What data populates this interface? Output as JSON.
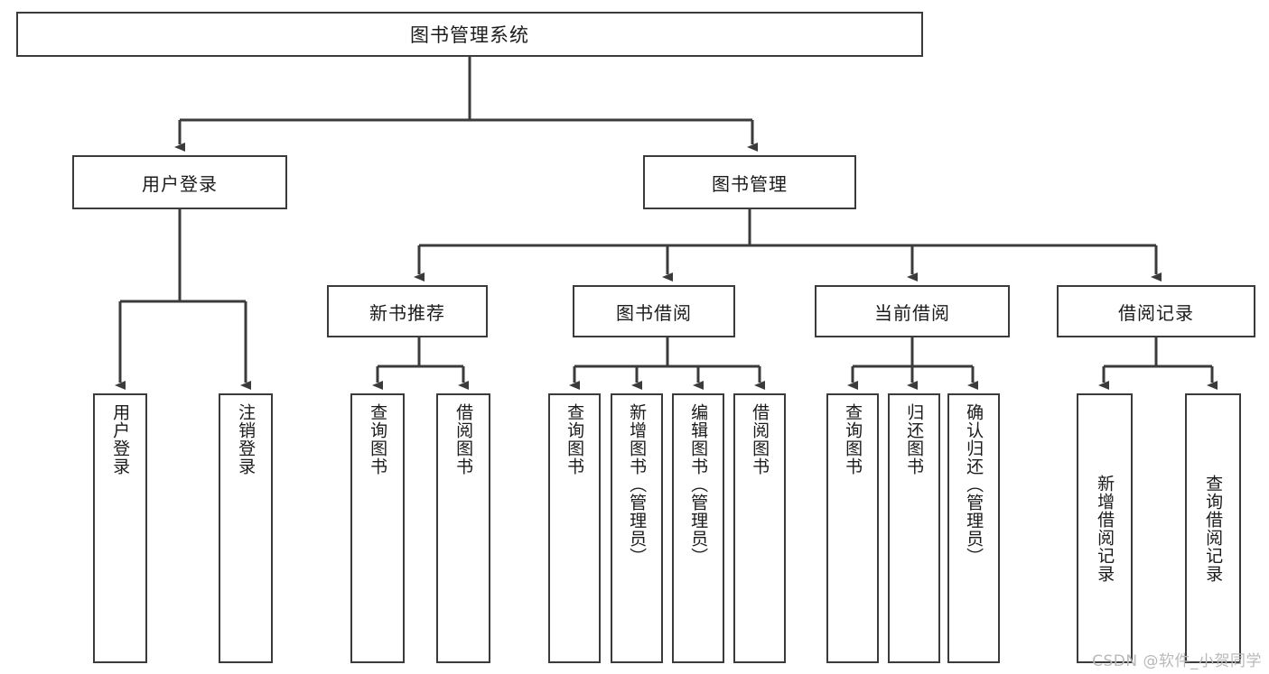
{
  "diagram": {
    "type": "tree",
    "title": "图书管理系统",
    "watermark": "CSDN @软件_小贺同学",
    "colors": {
      "border": "#3b3b3b",
      "fill": "#ffffff",
      "text": "#1b1b1b",
      "edge": "#3b3b3b",
      "watermark": "#b9b9b9"
    },
    "nodes": {
      "root": {
        "label": "图书管理系统"
      },
      "level1": [
        {
          "label": "用户登录"
        },
        {
          "label": "图书管理"
        }
      ],
      "level2": [
        {
          "label": "新书推荐"
        },
        {
          "label": "图书借阅"
        },
        {
          "label": "当前借阅"
        },
        {
          "label": "借阅记录"
        }
      ],
      "leaves": {
        "user_login": [
          {
            "label": "用户登录"
          },
          {
            "label": "注销登录"
          }
        ],
        "new_book": [
          {
            "label": "查询图书"
          },
          {
            "label": "借阅图书"
          }
        ],
        "book_borrow": [
          {
            "label": "查询图书"
          },
          {
            "label": "新增图书（管理员）"
          },
          {
            "label": "编辑图书（管理员）"
          },
          {
            "label": "借阅图书"
          }
        ],
        "current_borrow": [
          {
            "label": "查询图书"
          },
          {
            "label": "归还图书"
          },
          {
            "label": "确认归还（管理员）"
          }
        ],
        "borrow_record": [
          {
            "label": "新增借阅记录"
          },
          {
            "label": "查询借阅记录"
          }
        ]
      }
    }
  }
}
